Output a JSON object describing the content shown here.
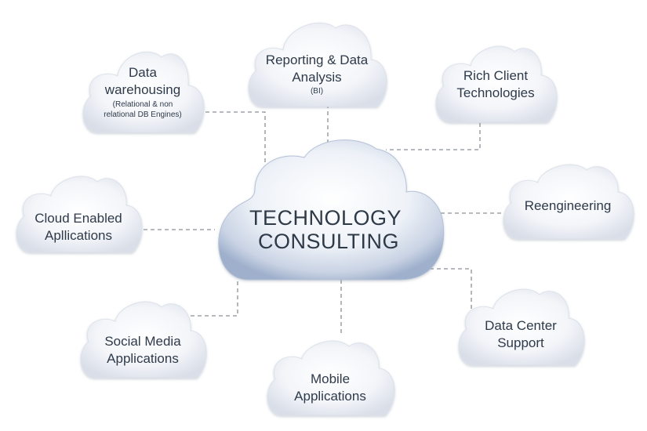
{
  "center": {
    "lines": [
      "TECHNOLOGY",
      "CONSULTING"
    ]
  },
  "nodes": {
    "data_warehousing": {
      "lines": [
        "Data",
        "warehousing"
      ],
      "sub": [
        "(Relational & non",
        "relational DB Engines)"
      ]
    },
    "reporting": {
      "lines": [
        "Reporting & Data",
        "Analysis"
      ],
      "sub": [
        "(BI)"
      ]
    },
    "rich_client": {
      "lines": [
        "Rich Client",
        "Technologies"
      ]
    },
    "reengineering": {
      "lines": [
        "Reengineering"
      ]
    },
    "data_center": {
      "lines": [
        "Data Center",
        "Support"
      ]
    },
    "mobile": {
      "lines": [
        "Mobile",
        "Applications"
      ]
    },
    "social_media": {
      "lines": [
        "Social Media",
        "Applications"
      ]
    },
    "cloud_enabled": {
      "lines": [
        "Cloud Enabled",
        "Apllications"
      ]
    }
  }
}
